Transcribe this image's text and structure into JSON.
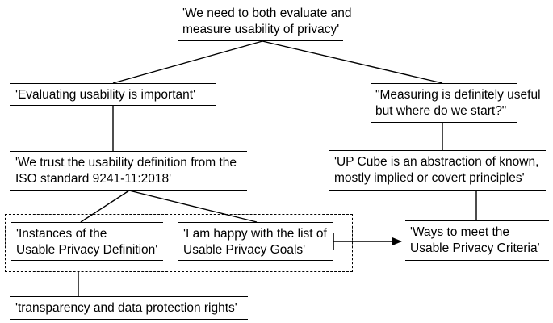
{
  "nodes": {
    "root": {
      "lines": [
        "'We need to both evaluate and",
        "measure usability of privacy'"
      ]
    },
    "evaluating": {
      "lines": [
        "'Evaluating usability is important'"
      ]
    },
    "measuring": {
      "lines": [
        "\"Measuring is definitely useful",
        "but where do we start?\""
      ]
    },
    "trust_iso": {
      "lines": [
        "'We trust the usability definition from the",
        "ISO standard 9241-11:2018'"
      ]
    },
    "up_cube": {
      "lines": [
        "'UP Cube is an abstraction of known,",
        "mostly implied or covert principles'"
      ]
    },
    "instances": {
      "lines": [
        "'Instances of the",
        "Usable Privacy Definition'"
      ]
    },
    "goals": {
      "lines": [
        "'I am happy with the list of",
        "Usable Privacy Goals'"
      ]
    },
    "ways": {
      "lines": [
        "'Ways to meet the",
        "Usable Privacy Criteria'"
      ]
    },
    "transparency": {
      "lines": [
        "'transparency and data protection rights'"
      ]
    }
  }
}
